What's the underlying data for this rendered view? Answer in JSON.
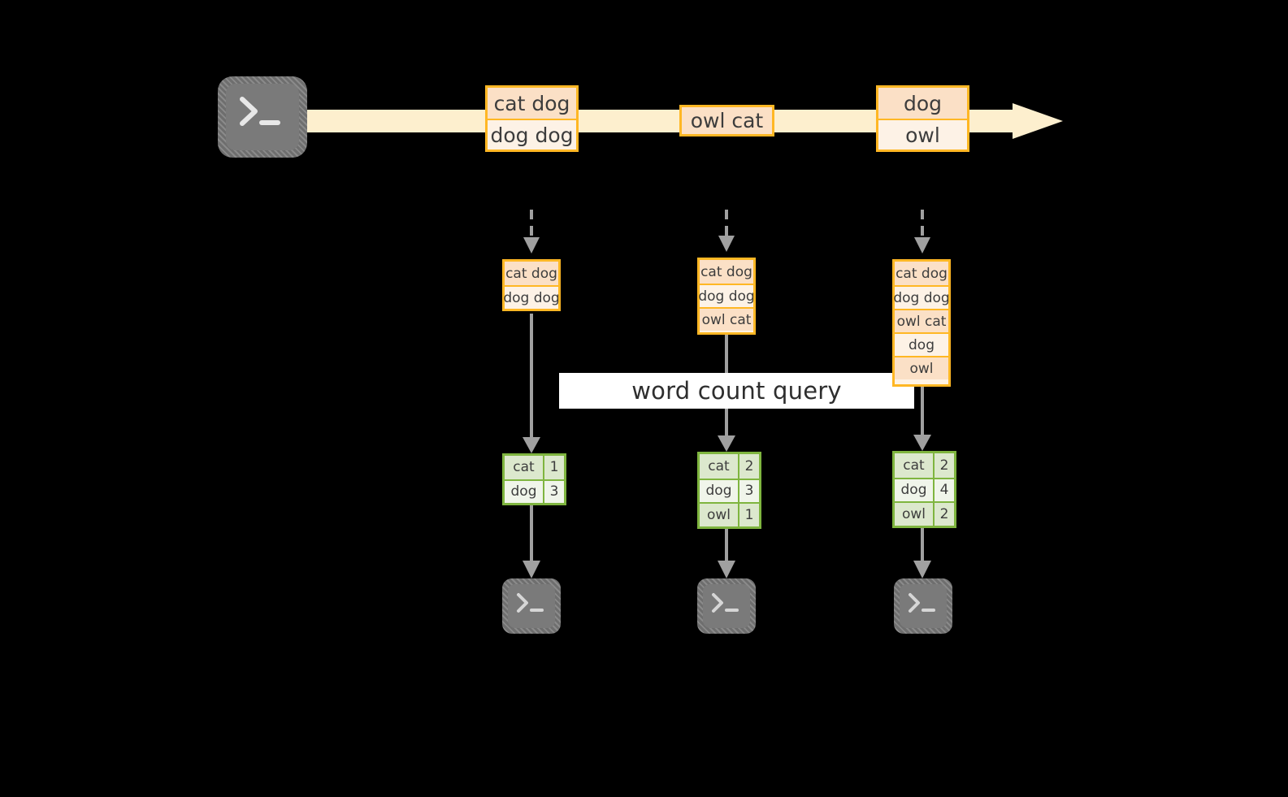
{
  "diagram": {
    "title_banner": "word count query",
    "colors": {
      "background": "#000000",
      "stream_arrow": "#FDEFCE",
      "record_border": "#FFB724",
      "record_fill_dark": "#FBE0C6",
      "record_fill_light": "#FDF2E6",
      "result_border": "#7FB53F",
      "result_fill_dark": "#DCE8CD",
      "result_fill_light": "#F0F5EA",
      "connector": "#A0A0A0",
      "icon_gray": "#7A7A7A",
      "banner_fill": "#FFFFFF"
    },
    "source_icon": {
      "name": "terminal-icon",
      "glyph": ">_"
    },
    "stream": {
      "name": "event-stream-arrow",
      "records": [
        {
          "name": "stream-record-1",
          "rows": [
            {
              "text": "cat dog",
              "shade": "dark"
            },
            {
              "text": "dog dog",
              "shade": "light"
            }
          ]
        },
        {
          "name": "stream-record-2",
          "rows": [
            {
              "text": "owl cat",
              "shade": "dark"
            }
          ]
        },
        {
          "name": "stream-record-3",
          "rows": [
            {
              "text": "dog",
              "shade": "dark"
            },
            {
              "text": "owl",
              "shade": "light"
            }
          ]
        }
      ]
    },
    "columns": [
      {
        "name": "snapshot-column-1",
        "input_box": {
          "name": "accumulated-records-1",
          "rows": [
            {
              "text": "cat dog",
              "shade": "dark"
            },
            {
              "text": "dog dog",
              "shade": "light"
            }
          ]
        },
        "result_table": {
          "name": "word-count-result-1",
          "rows": [
            {
              "word": "cat",
              "count": "1",
              "shade": "dark"
            },
            {
              "word": "dog",
              "count": "3",
              "shade": "light"
            }
          ]
        },
        "sink_icon": {
          "name": "terminal-icon",
          "glyph": ">_"
        }
      },
      {
        "name": "snapshot-column-2",
        "input_box": {
          "name": "accumulated-records-2",
          "rows": [
            {
              "text": "cat dog",
              "shade": "dark"
            },
            {
              "text": "dog dog",
              "shade": "light"
            },
            {
              "text": "owl cat",
              "shade": "dark"
            }
          ]
        },
        "result_table": {
          "name": "word-count-result-2",
          "rows": [
            {
              "word": "cat",
              "count": "2",
              "shade": "dark"
            },
            {
              "word": "dog",
              "count": "3",
              "shade": "light"
            },
            {
              "word": "owl",
              "count": "1",
              "shade": "dark"
            }
          ]
        },
        "sink_icon": {
          "name": "terminal-icon",
          "glyph": ">_"
        }
      },
      {
        "name": "snapshot-column-3",
        "input_box": {
          "name": "accumulated-records-3",
          "rows": [
            {
              "text": "cat dog",
              "shade": "dark"
            },
            {
              "text": "dog dog",
              "shade": "light"
            },
            {
              "text": "owl cat",
              "shade": "dark"
            },
            {
              "text": "dog",
              "shade": "light"
            },
            {
              "text": "owl",
              "shade": "dark"
            }
          ]
        },
        "result_table": {
          "name": "word-count-result-3",
          "rows": [
            {
              "word": "cat",
              "count": "2",
              "shade": "dark"
            },
            {
              "word": "dog",
              "count": "4",
              "shade": "light"
            },
            {
              "word": "owl",
              "count": "2",
              "shade": "dark"
            }
          ]
        },
        "sink_icon": {
          "name": "terminal-icon",
          "glyph": ">_"
        }
      }
    ]
  }
}
